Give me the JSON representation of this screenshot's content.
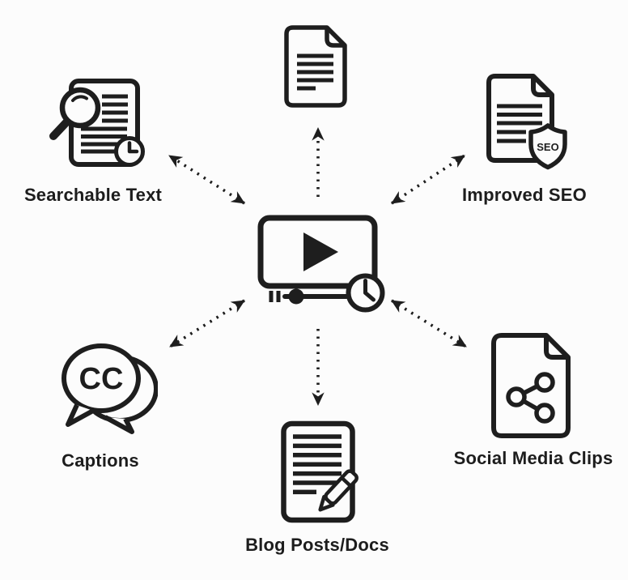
{
  "diagram": {
    "type": "hub-and-spoke",
    "background_color": "#fcfcfc",
    "ink_color": "#1e1e1e",
    "center": {
      "name": "video-recording",
      "icon": "video-player-clock-icon"
    },
    "nodes": {
      "transcript": {
        "icon": "document-icon",
        "position": "top"
      },
      "searchable": {
        "label": "Searchable Text",
        "icon": "document-magnifier-clock-icon",
        "position": "top-left"
      },
      "seo": {
        "label": "Improved SEO",
        "badge": "SEO",
        "icon": "document-seo-shield-icon",
        "position": "top-right"
      },
      "captions": {
        "label": "Captions",
        "badge": "CC",
        "icon": "cc-speech-bubbles-icon",
        "position": "bottom-left"
      },
      "blog": {
        "label": "Blog Posts/Docs",
        "icon": "document-pen-icon",
        "position": "bottom"
      },
      "social": {
        "label": "Social Media Clips",
        "icon": "document-share-icon",
        "position": "bottom-right"
      }
    },
    "arrows": [
      {
        "from": "center",
        "to": "transcript",
        "direction": "one-way",
        "style": "dotted"
      },
      {
        "from": "center",
        "to": "searchable",
        "direction": "two-way",
        "style": "dotted"
      },
      {
        "from": "center",
        "to": "seo",
        "direction": "two-way",
        "style": "dotted"
      },
      {
        "from": "center",
        "to": "captions",
        "direction": "two-way",
        "style": "dotted"
      },
      {
        "from": "center",
        "to": "blog",
        "direction": "one-way",
        "style": "dotted"
      },
      {
        "from": "center",
        "to": "social",
        "direction": "two-way",
        "style": "dotted"
      }
    ]
  }
}
